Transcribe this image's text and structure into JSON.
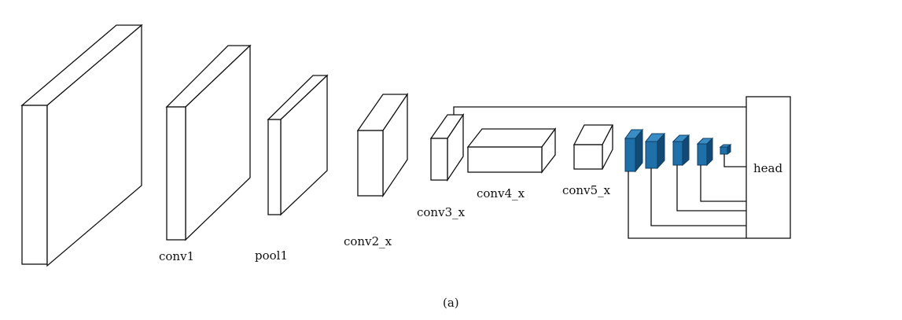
{
  "layers": {
    "conv1": "conv1",
    "pool1": "pool1",
    "conv2_x": "conv2_x",
    "conv3_x": "conv3_x",
    "conv4_x": "conv4_x",
    "conv5_x": "conv5_x",
    "head": "head"
  },
  "caption": "(a)",
  "colors": {
    "feature_map": "#1f6fa8",
    "line": "#111111"
  },
  "icons": {
    "input_image": "dog-photo-icon"
  }
}
